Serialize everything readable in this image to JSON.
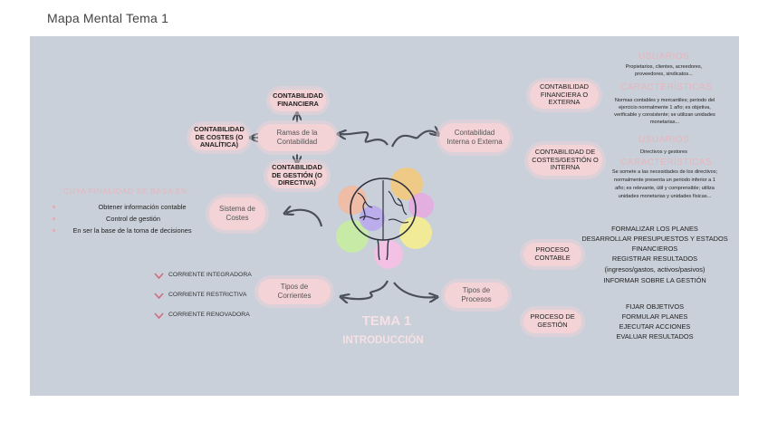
{
  "page_title": "Mapa Mental Tema 1",
  "center": {
    "title": "TEMA 1",
    "subtitle": "INTRODUCCIÓN"
  },
  "nodes": {
    "ramas": "Ramas de la Contabilidad",
    "financiera": "CONTABILIDAD FINANCIERA",
    "costes": "CONTABILIDAD DE COSTES (O ANALÍTICA)",
    "gestion": "CONTABILIDAD DE GESTIÓN (O DIRECTIVA)",
    "interna_externa": "Contabilidad Interna o Externa",
    "sistema": "Sistema de Costes",
    "tipos_corrientes": "Tipos de Corrientes",
    "tipos_procesos": "Tipos de Procesos",
    "fin_ext": "CONTABILIDAD FINANCIERA O EXTERNA",
    "costes_int": "CONTABILIDAD DE COSTES/GESTIÓN O INTERNA",
    "proceso_contable": "PROCESO CONTABLE",
    "proceso_gestion": "PROCESO DE GESTIÓN"
  },
  "finalidad": {
    "heading": "CUYA FINALIDAD SE BASA EN:",
    "items": [
      "Obtener información contable",
      "Control de gestión",
      "En ser la base de la toma de decisiones"
    ]
  },
  "corrientes": [
    "CORRIENTE INTEGRADORA",
    "CORRIENTE RESTRICTIVA",
    "CORRIENTE RENOVADORA"
  ],
  "externa": {
    "usuarios_head": "USUARIOS",
    "usuarios_lines": [
      "Propietarios, clientes, acreedores,",
      "proveedores, sindicatos..."
    ],
    "carac_head": "CARACTERÍSTICAS",
    "carac_lines": [
      "Normas contables y mercantiles; periodo del",
      "ejercicio normalmente 1 año; es objetiva,",
      "verificable y consistente; se utilizan unidades",
      "monetarias..."
    ]
  },
  "interna": {
    "usuarios_head": "USUARIOS",
    "usuarios_lines": [
      "Directivos y gestores"
    ],
    "carac_head": "CARACTERÍSTICAS",
    "carac_lines": [
      "Se somete a las necesidades de los directivos;",
      "normalmente presenta un periodo inferior a 1",
      "año; es relevante, útil y comprensible; utiliza",
      "unidades monetarias y unidades físicas..."
    ]
  },
  "proceso_contable_list": [
    "FORMALIZAR LOS PLANES",
    "DESARROLLAR PRESUPUESTOS Y ESTADOS",
    "FINANCIEROS",
    "REGISTRAR RESULTADOS",
    "(ingresos/gastos, activos/pasivos)",
    "INFORMAR SOBRE LA GESTIÓN"
  ],
  "proceso_gestion_list": [
    "FIJAR OBJETIVOS",
    "FORMULAR PLANES",
    "EJECUTAR ACCIONES",
    "EVALUAR RESULTADOS"
  ],
  "colors": {
    "background": "#c9d0da",
    "bubble": "#f3d3d6",
    "accent_pink": "#e8b5bb",
    "arrow": "#4a4f5a"
  },
  "icons": [
    "brain-icon",
    "curved-arrow-icon",
    "check-icon",
    "bullet-icon"
  ]
}
